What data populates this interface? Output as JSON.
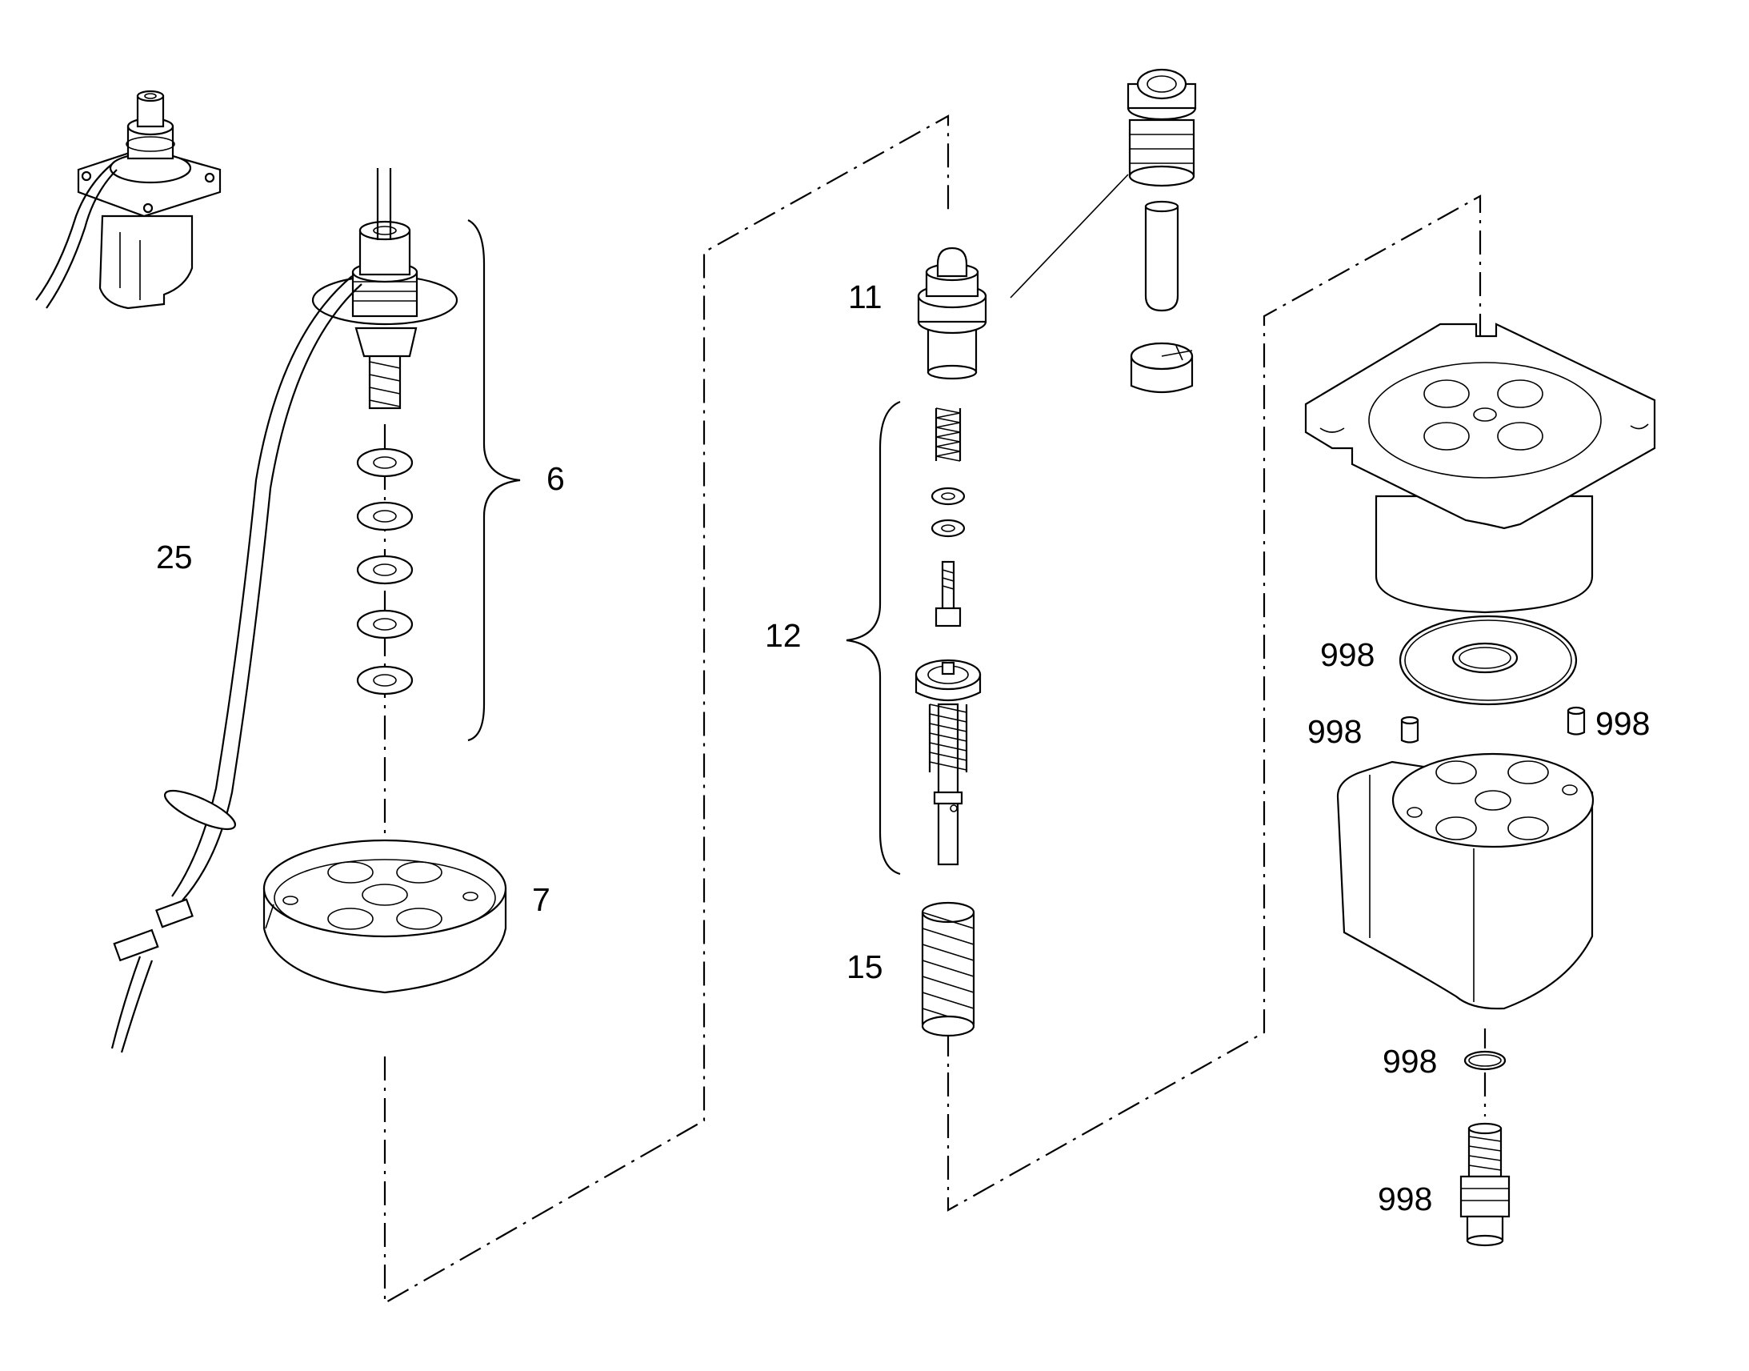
{
  "diagram": {
    "labels": {
      "p6": "6",
      "p7": "7",
      "p11": "11",
      "p12": "12",
      "p15": "15",
      "p25": "25",
      "p998_a": "998",
      "p998_b": "998",
      "p998_c": "998",
      "p998_d": "998",
      "p998_e": "998"
    }
  }
}
